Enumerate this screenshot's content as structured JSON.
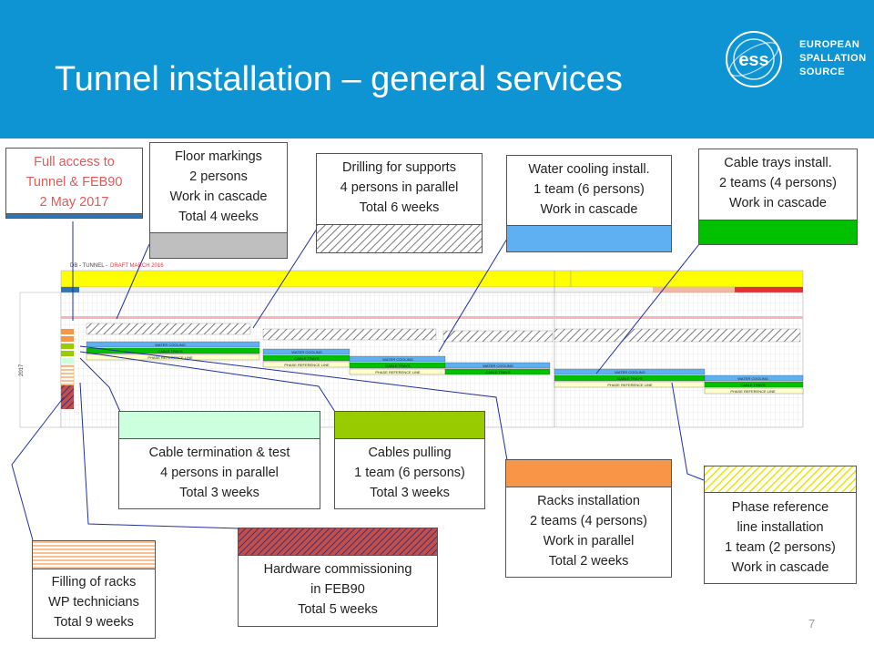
{
  "slide": {
    "title": "Tunnel installation – general services",
    "page_number": "7",
    "accent_color": "#0e94d2"
  },
  "logo": {
    "line1": "EUROPEAN",
    "line2": "SPALLATION",
    "line3": "SOURCE",
    "mark": "ess"
  },
  "callouts": {
    "full_access": {
      "line1": "Full access to",
      "line2": "Tunnel & FEB90",
      "line3": "2 May 2017",
      "swatch_color": "#2e75b6"
    },
    "floor_markings": {
      "line1": "Floor markings",
      "line2": "2 persons",
      "line3": "Work in cascade",
      "line4": "Total 4 weeks",
      "swatch_color": "#bfbfbf"
    },
    "drilling": {
      "line1": "Drilling for supports",
      "line2": "4 persons in parallel",
      "line3": "Total 6 weeks",
      "swatch_pattern": "diagonal-grey"
    },
    "water_cooling": {
      "line1": "Water cooling install.",
      "line2": "1 team (6 persons)",
      "line3": "Work in cascade",
      "swatch_color": "#5fb0f2"
    },
    "cable_trays": {
      "line1": "Cable trays install.",
      "line2": "2 teams (4 persons)",
      "line3": "Work in cascade",
      "swatch_color": "#00c000"
    },
    "cable_termination": {
      "line1": "Cable termination & test",
      "line2": "4 persons in parallel",
      "line3": "Total 3 weeks",
      "swatch_color": "#ccffdd"
    },
    "cables_pulling": {
      "line1": "Cables pulling",
      "line2": "1 team (6 persons)",
      "line3": "Total 3 weeks",
      "swatch_color": "#99cc00"
    },
    "racks_installation": {
      "line1": "Racks installation",
      "line2": "2 teams (4 persons)",
      "line3": "Work in parallel",
      "line4": "Total 2 weeks",
      "swatch_color": "#f79646"
    },
    "phase_reference": {
      "line1": "Phase reference",
      "line2": "line installation",
      "line3": "1 team (2 persons)",
      "line4": "Work in cascade",
      "swatch_pattern": "diagonal-yellow"
    },
    "filling_racks": {
      "line1": "Filling of racks",
      "line2": "WP technicians",
      "line3": "Total 9 weeks",
      "swatch_pattern": "horizontal-orange"
    },
    "hardware_commissioning": {
      "line1": "Hardware commissioning",
      "line2": "in FEB90",
      "line3": "Total 5 weeks",
      "swatch_pattern": "diagonal-maroon"
    }
  },
  "gantt": {
    "title": "DB - TUNNEL - DRAFT MARCH 2016",
    "year_label": "2017",
    "bar_labels": {
      "water_cooling": "WATER COOLING",
      "cable_trays": "CABLE TRAYS",
      "phase_reference": "PHASE REFERENCE LINE"
    }
  }
}
